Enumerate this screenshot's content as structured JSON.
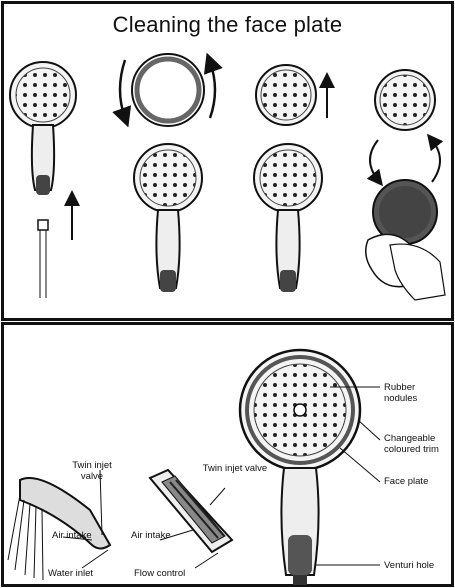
{
  "top_panel": {
    "title": "Cleaning the face plate"
  },
  "bottom_panel": {
    "labels": {
      "rubber_nodules": "Rubber nodules",
      "changeable_trim": "Changeable coloured trim",
      "face_plate": "Face plate",
      "venturi_hole": "Venturi hole",
      "twin_injet_valve_left": "Twin injet valve",
      "air_intake_left": "Air intake",
      "water_inlet": "Water inlet",
      "twin_injet_valve_mid": "Twin injet valve",
      "air_intake_mid": "Air intake",
      "flow_control": "Flow control"
    }
  }
}
